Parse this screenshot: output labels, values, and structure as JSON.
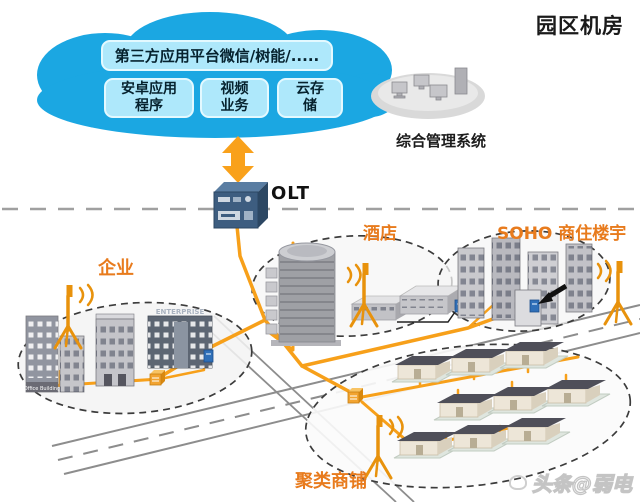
{
  "title": "园区机房",
  "cloud": {
    "platform_label": "第三方应用平台微信/树能/.....",
    "services": [
      {
        "label": "安卓应用\n程序"
      },
      {
        "label": "视频\n业务"
      },
      {
        "label": "云存\n储"
      }
    ]
  },
  "management_system": {
    "label": "综合管理系统"
  },
  "olt": {
    "label": "OLT"
  },
  "zones": {
    "enterprise": {
      "label": "企业",
      "signs": [
        "Office Building",
        "ENTERPRISE"
      ]
    },
    "hotel": {
      "label": "酒店"
    },
    "soho": {
      "label": "SOHO 商住楼宇"
    },
    "shops": {
      "label": "聚类商铺"
    }
  },
  "watermark": {
    "label": "头条@弱电"
  },
  "colors": {
    "cloud_blue": "#1ba7e2",
    "cloud_box_fill": "#aee8fb",
    "fiber_orange": "#f7a01a",
    "zone_label_orange": "#e87b1d",
    "olt_navy": "#3d5d80",
    "road_gray": "#8d8d8d"
  }
}
